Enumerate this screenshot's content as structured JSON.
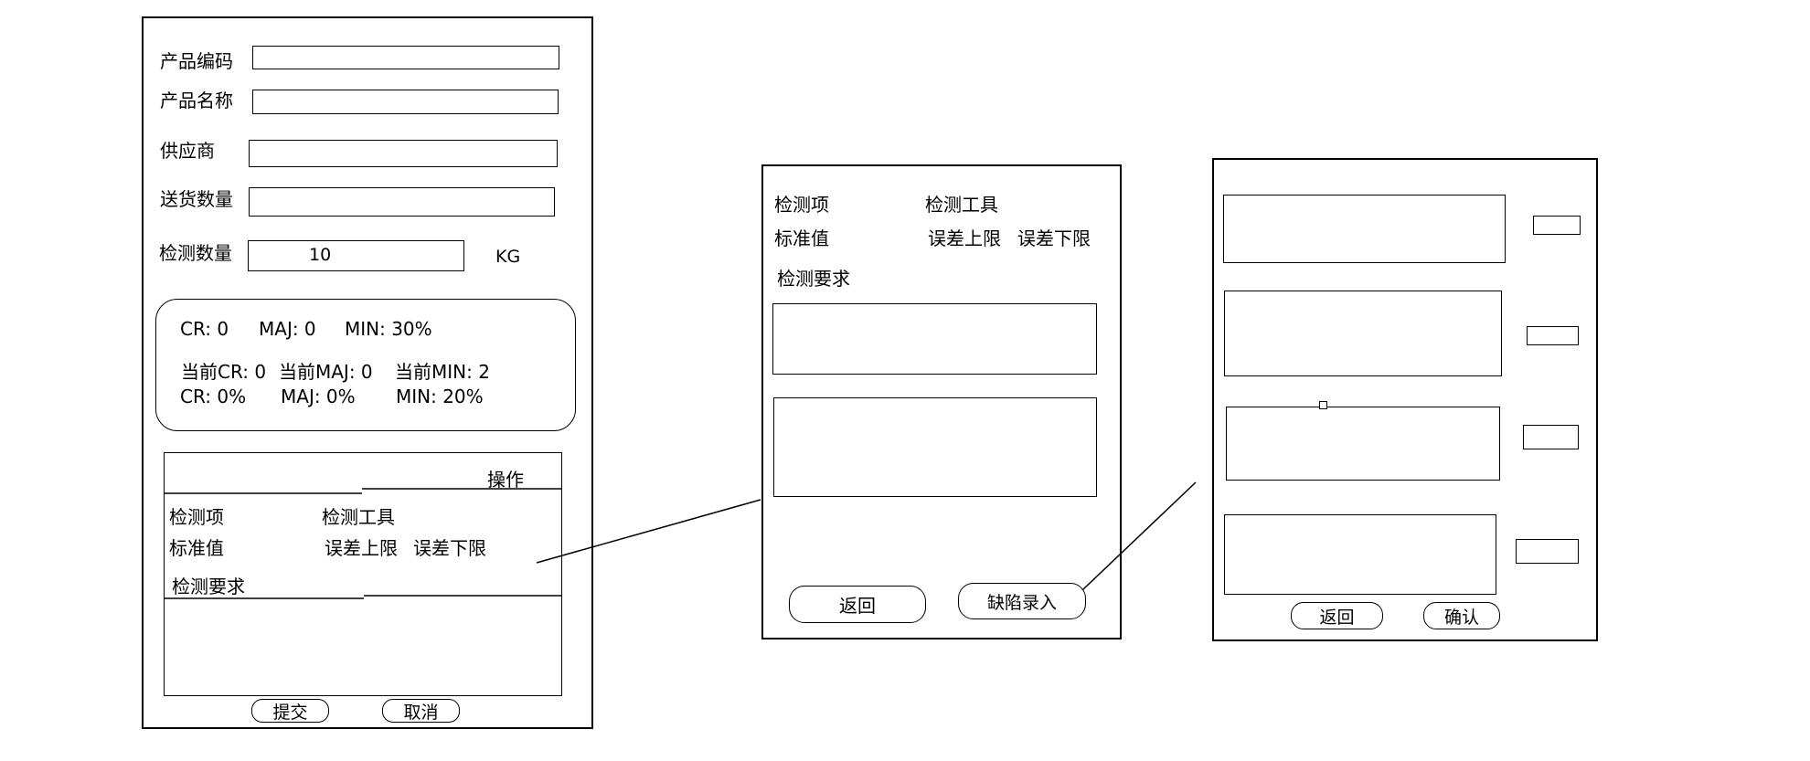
{
  "left_panel": {
    "fields": [
      {
        "label": "产品编码"
      },
      {
        "label": "产品名称"
      },
      {
        "label": "供应商"
      },
      {
        "label": "送货数量"
      },
      {
        "label": "检测数量",
        "value": "10",
        "unit": "KG"
      }
    ],
    "stats": {
      "row1": [
        "CR: 0",
        "MAJ: 0",
        "MIN: 30%"
      ],
      "row2": [
        "当前CR: 0",
        "当前MAJ: 0",
        "当前MIN: 2"
      ],
      "row3": [
        "CR: 0%",
        "MAJ: 0%",
        "MIN: 20%"
      ]
    },
    "table": {
      "operation": "操作",
      "item": "检测项",
      "tool": "检测工具",
      "standard": "标准值",
      "upper": "误差上限",
      "lower": "误差下限",
      "requirement": "检测要求"
    },
    "submit": "提交",
    "cancel": "取消"
  },
  "middle_panel": {
    "item": "检测项",
    "tool": "检测工具",
    "standard": "标准值",
    "upper": "误差上限",
    "lower": "误差下限",
    "requirement": "检测要求",
    "back": "返回",
    "defect_entry": "缺陷录入"
  },
  "right_panel": {
    "back": "返回",
    "confirm": "确认"
  }
}
